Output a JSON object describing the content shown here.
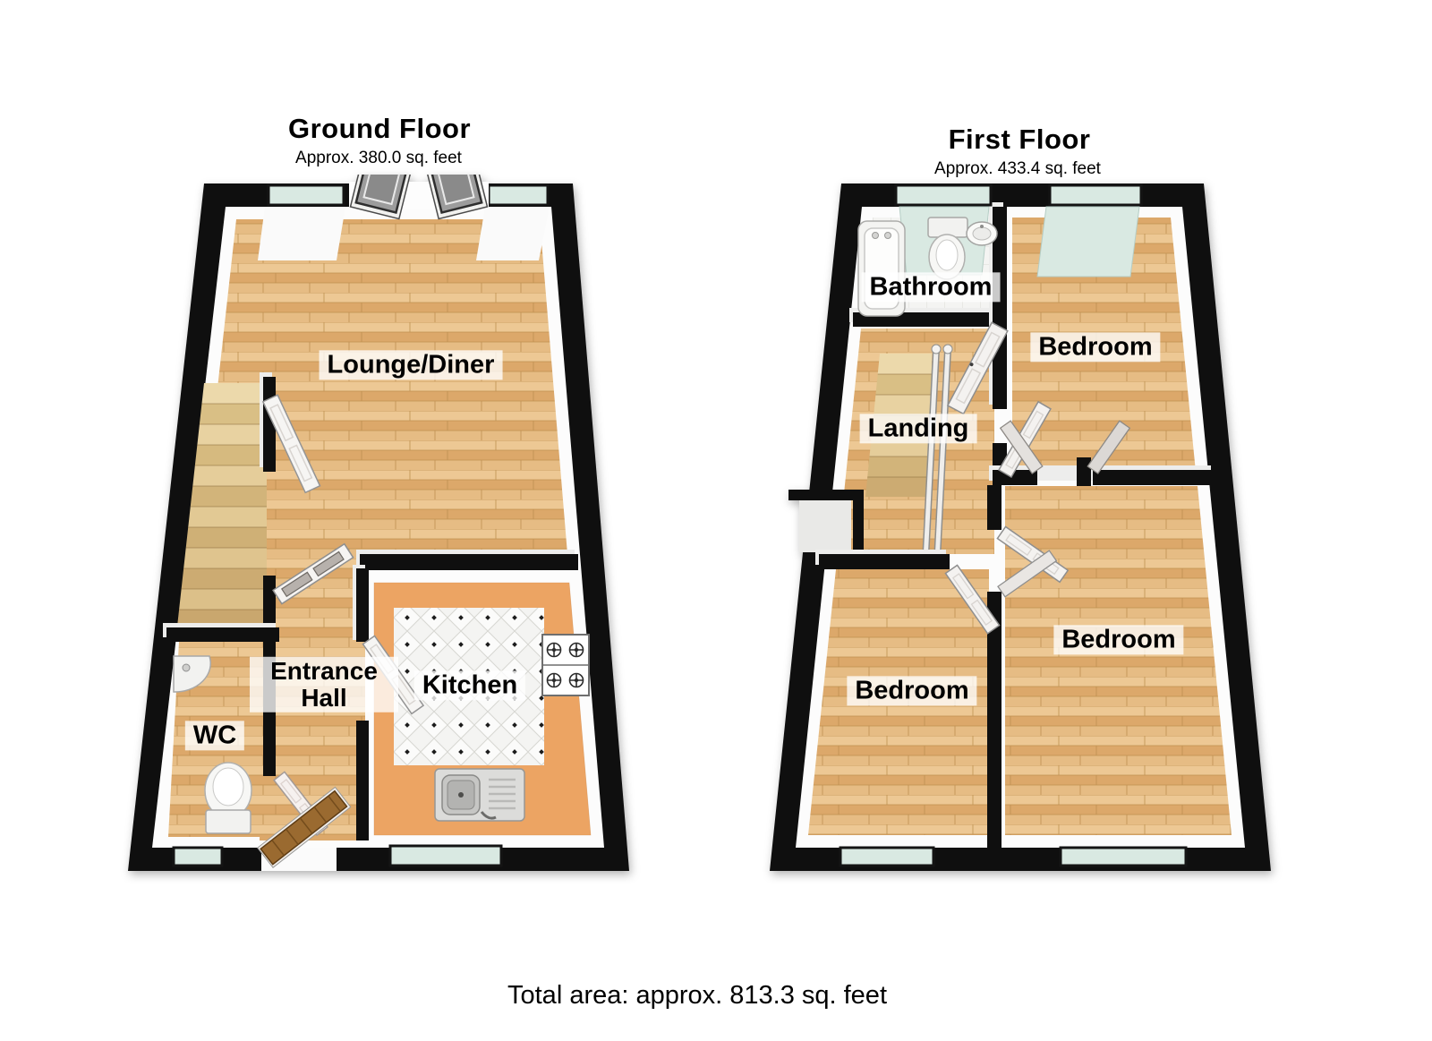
{
  "ground_floor": {
    "title": "Ground Floor",
    "area_text": "Approx. 380.0 sq. feet",
    "rooms": [
      {
        "id": "lounge-diner",
        "label": "Lounge/Diner"
      },
      {
        "id": "entrance-hall",
        "label": "Entrance Hall"
      },
      {
        "id": "kitchen",
        "label": "Kitchen"
      },
      {
        "id": "wc",
        "label": "WC"
      }
    ]
  },
  "first_floor": {
    "title": "First Floor",
    "area_text": "Approx. 433.4 sq. feet",
    "rooms": [
      {
        "id": "bathroom",
        "label": "Bathroom"
      },
      {
        "id": "bedroom-rear",
        "label": "Bedroom"
      },
      {
        "id": "landing",
        "label": "Landing"
      },
      {
        "id": "bedroom-front-left",
        "label": "Bedroom"
      },
      {
        "id": "bedroom-front-right",
        "label": "Bedroom"
      }
    ]
  },
  "footer": {
    "total_area_text": "Total area: approx. 813.3 sq. feet"
  },
  "colors": {
    "wall": "#0f0f0f",
    "wood_floor": "#e2b377",
    "kitchen_counter": "#eca463",
    "window_glass": "#d9e9e2",
    "tile": "#f4f4f2",
    "front_door": "#9a6a30"
  }
}
